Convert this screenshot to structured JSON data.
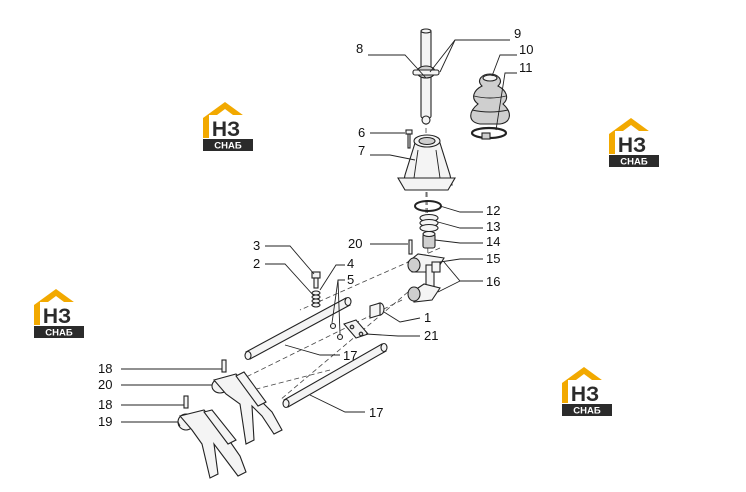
{
  "diagram": {
    "callouts": [
      {
        "id": "c8",
        "text": "8"
      },
      {
        "id": "c9",
        "text": "9"
      },
      {
        "id": "c10",
        "text": "10"
      },
      {
        "id": "c11",
        "text": "11"
      },
      {
        "id": "c6",
        "text": "6"
      },
      {
        "id": "c7",
        "text": "7"
      },
      {
        "id": "c12",
        "text": "12"
      },
      {
        "id": "c13",
        "text": "13"
      },
      {
        "id": "c14",
        "text": "14"
      },
      {
        "id": "c15",
        "text": "15"
      },
      {
        "id": "c16",
        "text": "16"
      },
      {
        "id": "c20a",
        "text": "20"
      },
      {
        "id": "c3",
        "text": "3"
      },
      {
        "id": "c2",
        "text": "2"
      },
      {
        "id": "c4",
        "text": "4"
      },
      {
        "id": "c5",
        "text": "5"
      },
      {
        "id": "c1",
        "text": "1"
      },
      {
        "id": "c21",
        "text": "21"
      },
      {
        "id": "c17a",
        "text": "17"
      },
      {
        "id": "c18a",
        "text": "18"
      },
      {
        "id": "c20b",
        "text": "20"
      },
      {
        "id": "c18b",
        "text": "18"
      },
      {
        "id": "c19",
        "text": "19"
      },
      {
        "id": "c17b",
        "text": "17"
      }
    ]
  },
  "watermark": {
    "letters": "НЗ",
    "band_text": "СНАБ",
    "colors": {
      "roof": "#f2a900",
      "band": "#2b2b2b",
      "letters": "#2b2b2b"
    }
  }
}
